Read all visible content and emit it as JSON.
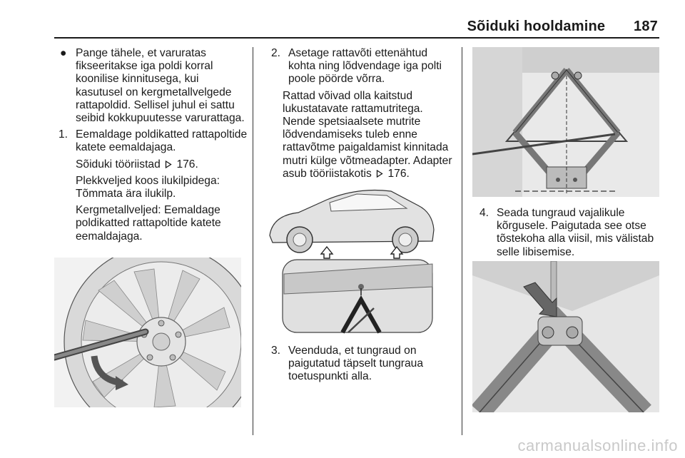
{
  "header": {
    "section_title": "Sõiduki hooldamine",
    "page_number": "187"
  },
  "col1": {
    "bullet_marker": "●",
    "bullet_text": "Pange tähele, et varuratas fikseeritakse iga poldi korral koonilise kinnitusega, kui kasutusel on kergmetallvelgede rattapoldid. Sellisel juhul ei sattu seibid kokkupuutesse varurattaga.",
    "step1_marker": "1.",
    "step1_text": "Eemaldage poldikatted rattapoltide katete eemaldajaga.",
    "para_tools": "Sõiduki tööriistad",
    "para_tools_ref": "176.",
    "para_steel": "Plekkveljed koos ilukilpidega: Tõmmata ära ilukilp.",
    "para_alloy": "Kergmetallveljed: Eemaldage poldikatted rattapoltide katete eemaldajaga."
  },
  "col2": {
    "step2_marker": "2.",
    "step2_text": "Asetage rattavõti ettenähtud kohta ning lõdvendage iga polti poole pöörde võrra.",
    "para_locks": "Rattad võivad olla kaitstud lukustatavate rattamutritega. Nende spetsiaalsete mutrite lõdvendamiseks tuleb enne rattavõtme paigaldamist kinnitada mutri külge võtmeadapter. Adapter asub tööriistakotis",
    "para_locks_ref": "176.",
    "step3_marker": "3.",
    "step3_text": "Veenduda, et tungraud on paigutatud täpselt tungraua toetuspunkti alla."
  },
  "col3": {
    "step4_marker": "4.",
    "step4_text": "Seada tungraud vajalikule kõrgusele. Paigutada see otse tõstekoha alla viisil, mis välistab selle libisemise."
  },
  "footer": {
    "watermark": "carmanualsonline.info"
  },
  "icons": {
    "cross_reference": "triangle-ref-icon"
  }
}
